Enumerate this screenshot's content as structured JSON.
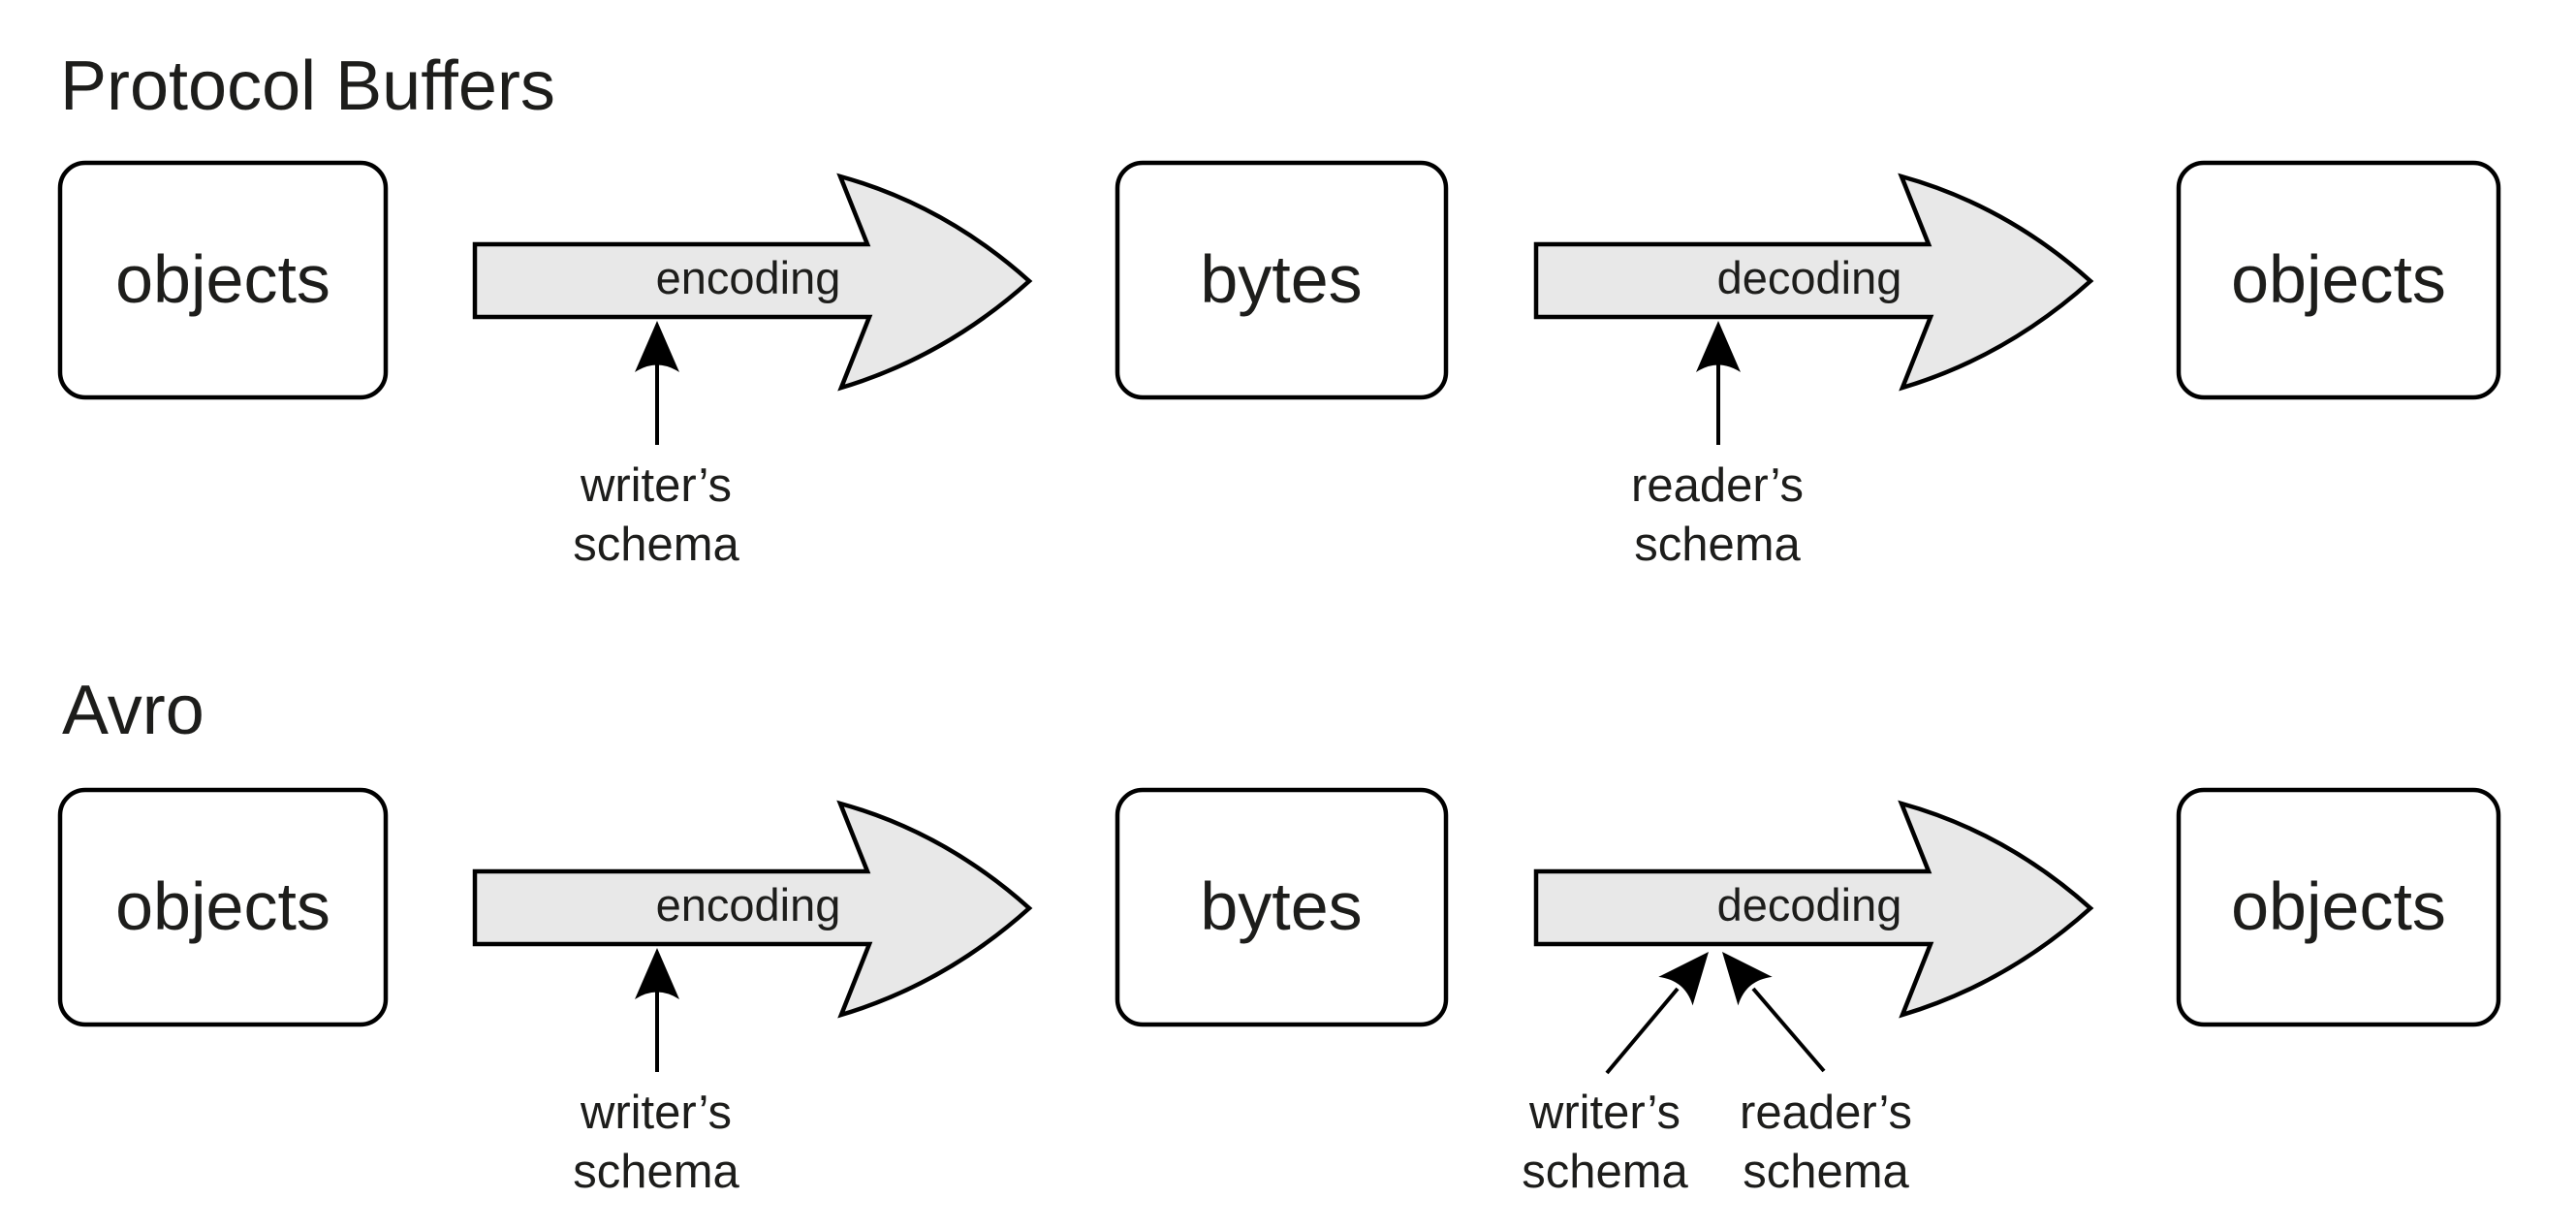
{
  "figure": {
    "rows": [
      {
        "title": "Protocol Buffers",
        "boxes": {
          "input": "objects",
          "middle": "bytes",
          "output": "objects"
        },
        "arrows": {
          "encoding": "encoding",
          "decoding": "decoding"
        },
        "annotations": {
          "encoding": {
            "line1": "writer’s",
            "line2": "schema"
          },
          "decoding_left": {
            "line1": "reader’s",
            "line2": "schema"
          }
        }
      },
      {
        "title": "Avro",
        "boxes": {
          "input": "objects",
          "middle": "bytes",
          "output": "objects"
        },
        "arrows": {
          "encoding": "encoding",
          "decoding": "decoding"
        },
        "annotations": {
          "encoding": {
            "line1": "writer’s",
            "line2": "schema"
          },
          "decoding_left": {
            "line1": "writer’s",
            "line2": "schema"
          },
          "decoding_right": {
            "line1": "reader’s",
            "line2": "schema"
          }
        }
      }
    ],
    "colors": {
      "background": "#ffffff",
      "arrow_fill": "#e8e8e8",
      "stroke": "#000000",
      "text": "#1d1d1b"
    }
  }
}
